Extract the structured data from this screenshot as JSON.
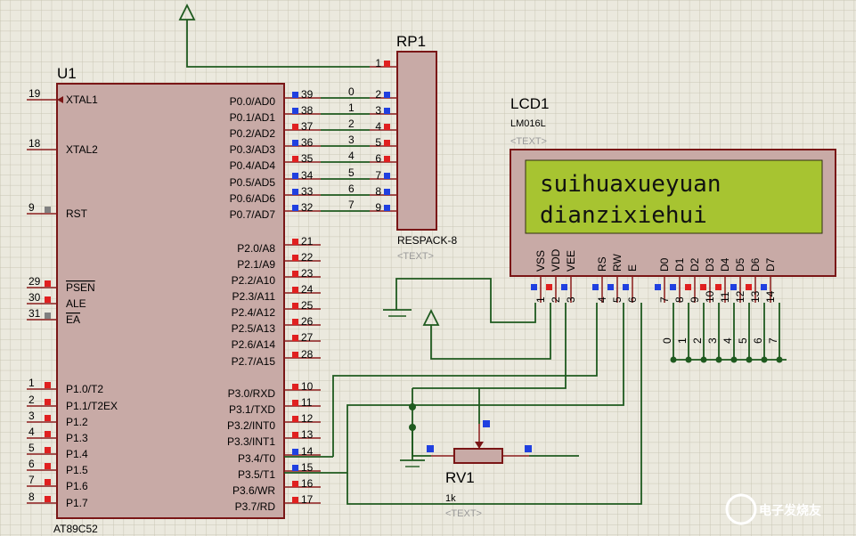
{
  "u1": {
    "ref": "U1",
    "part": "AT89C52",
    "left_pins": [
      {
        "num": "19",
        "name": "XTAL1",
        "color": "none"
      },
      {
        "num": "18",
        "name": "XTAL2",
        "color": "none"
      },
      {
        "num": "9",
        "name": "RST",
        "color": "#808080"
      },
      {
        "num": "29",
        "name": "PSEN",
        "color": "#e02020",
        "overline": true
      },
      {
        "num": "30",
        "name": "ALE",
        "color": "#e02020"
      },
      {
        "num": "31",
        "name": "EA",
        "color": "#808080",
        "overline": true
      },
      {
        "num": "1",
        "name": "P1.0/T2",
        "color": "#e02020"
      },
      {
        "num": "2",
        "name": "P1.1/T2EX",
        "color": "#e02020"
      },
      {
        "num": "3",
        "name": "P1.2",
        "color": "#e02020"
      },
      {
        "num": "4",
        "name": "P1.3",
        "color": "#e02020"
      },
      {
        "num": "5",
        "name": "P1.4",
        "color": "#e02020"
      },
      {
        "num": "6",
        "name": "P1.5",
        "color": "#e02020"
      },
      {
        "num": "7",
        "name": "P1.6",
        "color": "#e02020"
      },
      {
        "num": "8",
        "name": "P1.7",
        "color": "#e02020"
      }
    ],
    "right_pins": [
      {
        "num": "39",
        "name": "P0.0/AD0",
        "color": "#2040e0"
      },
      {
        "num": "38",
        "name": "P0.1/AD1",
        "color": "#2040e0"
      },
      {
        "num": "37",
        "name": "P0.2/AD2",
        "color": "#e02020"
      },
      {
        "num": "36",
        "name": "P0.3/AD3",
        "color": "#2040e0"
      },
      {
        "num": "35",
        "name": "P0.4/AD4",
        "color": "#e02020"
      },
      {
        "num": "34",
        "name": "P0.5/AD5",
        "color": "#2040e0"
      },
      {
        "num": "33",
        "name": "P0.6/AD6",
        "color": "#2040e0"
      },
      {
        "num": "32",
        "name": "P0.7/AD7",
        "color": "#2040e0"
      },
      {
        "num": "21",
        "name": "P2.0/A8",
        "color": "#e02020"
      },
      {
        "num": "22",
        "name": "P2.1/A9",
        "color": "#e02020"
      },
      {
        "num": "23",
        "name": "P2.2/A10",
        "color": "#e02020"
      },
      {
        "num": "24",
        "name": "P2.3/A11",
        "color": "#e02020"
      },
      {
        "num": "25",
        "name": "P2.4/A12",
        "color": "#e02020"
      },
      {
        "num": "26",
        "name": "P2.5/A13",
        "color": "#e02020"
      },
      {
        "num": "27",
        "name": "P2.6/A14",
        "color": "#e02020"
      },
      {
        "num": "28",
        "name": "P2.7/A15",
        "color": "#e02020"
      },
      {
        "num": "10",
        "name": "P3.0/RXD",
        "color": "#e02020"
      },
      {
        "num": "11",
        "name": "P3.1/TXD",
        "color": "#e02020"
      },
      {
        "num": "12",
        "name": "P3.2/INT0",
        "color": "#e02020",
        "overline_part": "INT0"
      },
      {
        "num": "13",
        "name": "P3.3/INT1",
        "color": "#e02020",
        "overline_part": "INT1"
      },
      {
        "num": "14",
        "name": "P3.4/T0",
        "color": "#2040e0"
      },
      {
        "num": "15",
        "name": "P3.5/T1",
        "color": "#2040e0"
      },
      {
        "num": "16",
        "name": "P3.6/WR",
        "color": "#e02020",
        "overline_part": "WR"
      },
      {
        "num": "17",
        "name": "P3.7/RD",
        "color": "#e02020",
        "overline_part": "RD"
      }
    ]
  },
  "rp1": {
    "ref": "RP1",
    "part": "RESPACK-8",
    "text_placeholder": "<TEXT>",
    "pins": [
      {
        "num": "1",
        "color": "#e02020"
      },
      {
        "num": "2",
        "color": "#2040e0"
      },
      {
        "num": "3",
        "color": "#2040e0"
      },
      {
        "num": "4",
        "color": "#e02020"
      },
      {
        "num": "5",
        "color": "#e02020"
      },
      {
        "num": "6",
        "color": "#e02020"
      },
      {
        "num": "7",
        "color": "#2040e0"
      },
      {
        "num": "8",
        "color": "#2040e0"
      },
      {
        "num": "9",
        "color": "#2040e0"
      }
    ],
    "bus_labels": [
      "0",
      "1",
      "2",
      "3",
      "4",
      "5",
      "6",
      "7"
    ]
  },
  "lcd1": {
    "ref": "LCD1",
    "part": "LM016L",
    "text_placeholder": "<TEXT>",
    "line1": "suihuaxueyuan",
    "line2": "dianzixiehui",
    "screen_color": "#a7c431",
    "pin_names": [
      "VSS",
      "VDD",
      "VEE",
      "RS",
      "RW",
      "E",
      "D0",
      "D1",
      "D2",
      "D3",
      "D4",
      "D5",
      "D6",
      "D7"
    ],
    "pin_nums": [
      "1",
      "2",
      "3",
      "4",
      "5",
      "6",
      "7",
      "8",
      "9",
      "10",
      "11",
      "12",
      "13",
      "14"
    ],
    "pin_colors": [
      "#2040e0",
      "#e02020",
      "#2040e0",
      "#2040e0",
      "#2040e0",
      "#2040e0",
      "#2040e0",
      "#2040e0",
      "#e02020",
      "#e02020",
      "#e02020",
      "#2040e0",
      "#e02020",
      "#2040e0"
    ],
    "bus_labels": [
      "0",
      "1",
      "2",
      "3",
      "4",
      "5",
      "6",
      "7"
    ]
  },
  "rv1": {
    "ref": "RV1",
    "value": "1k",
    "text_placeholder": "<TEXT>"
  },
  "watermark": {
    "text": "电子发烧友",
    "url": "www.elecfans.com"
  }
}
